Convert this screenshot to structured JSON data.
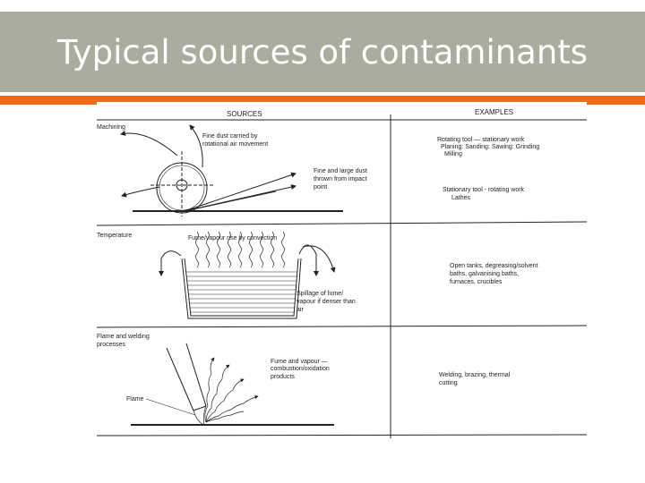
{
  "slide": {
    "title": "Typical sources of contaminants"
  },
  "colors": {
    "header_band": "#a8ad9d",
    "accent_bar": "#f26b1a"
  },
  "table": {
    "headers": {
      "sources": "SOURCES",
      "examples": "EXAMPLES"
    },
    "rows": [
      {
        "source": "Machining",
        "labels": [
          "Fine dust carried by",
          "rotational air movement",
          "Fine and large dust",
          "thrown from impact",
          "point"
        ],
        "examples": [
          "Rotating tool — stationary work",
          "Planing: Sanding: Sawing: Grinding",
          "Milling",
          "Stationary tool -  rotating work",
          "Lathes"
        ]
      },
      {
        "source": "Temperature",
        "labels": [
          "Fume/vapour rise by convection",
          "Spillage of fume/",
          "vapour if denser than",
          "air"
        ],
        "examples": [
          "Open tanks, degreasing/solvent",
          "baths, galvanising baths,",
          "furnaces, crucibles"
        ]
      },
      {
        "source_lines": [
          "Flame and  welding",
          "processes"
        ],
        "labels": [
          "Fume and vapour —",
          "combustion/oxidation",
          "products",
          "Flame"
        ],
        "examples": [
          "Welding, brazing, thermal",
          "cutting"
        ]
      }
    ]
  }
}
